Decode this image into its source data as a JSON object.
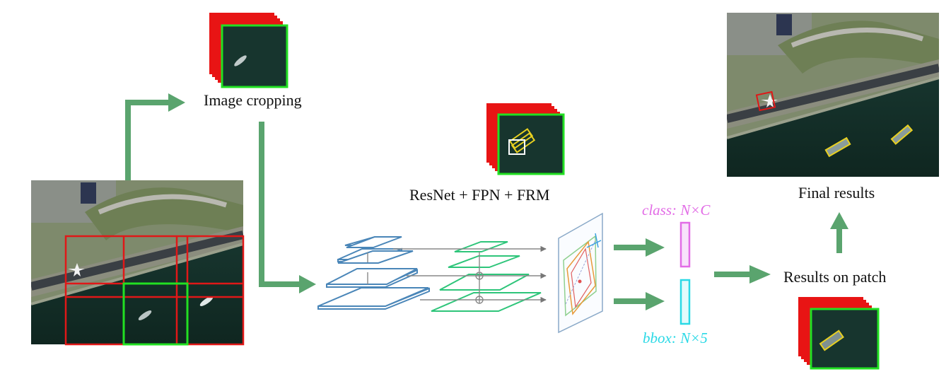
{
  "labels": {
    "image_cropping": "Image cropping",
    "network": "ResNet + FPN + FRM",
    "final_results": "Final results",
    "results_on_patch": "Results on patch",
    "class_output": "class: N×C",
    "bbox_output": "bbox: N×5"
  },
  "colors": {
    "arrow": "#5aa46e",
    "grid_red": "#e01818",
    "crop_green": "#22e022",
    "fpn_blue": "#4a86b8",
    "fpn_green": "#2ec57a",
    "class_pink": "#e26ce6",
    "bbox_cyan": "#2ad9e6",
    "det_yellow": "#e8d020",
    "ocean": "#13302a",
    "land": "#6f7c5c",
    "runway": "#3a3f44"
  },
  "icons": [
    "aerial-image-icon",
    "ship-icon",
    "airplane-icon"
  ]
}
